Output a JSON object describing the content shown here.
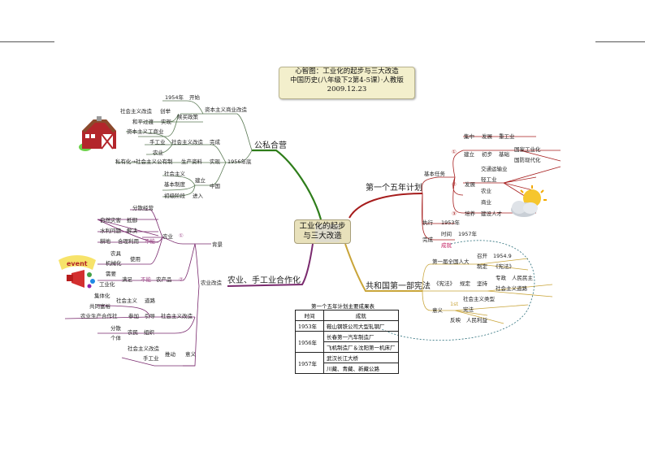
{
  "title": {
    "line1": "心智图：工业化的起步与三大改造",
    "line2": "中国历史(八年级下2第4-5课）·人教版",
    "line3": "2009.12.23"
  },
  "center": {
    "line1": "工业化的起步",
    "line2": "与三大改造"
  },
  "branches": {
    "public_private": {
      "label": "公私合营",
      "color": "#2e7d1a",
      "commerce": "资本主义商业改造",
      "y1954": "1954年",
      "start": "开始",
      "redeem": "赎买政策",
      "socialist_reform": "社会主义改造",
      "create": "创举",
      "peaceful": "和平过渡",
      "realize": "实现",
      "industry_commerce": "资本主义工商业",
      "handicraft": "手工业",
      "socialist_reform2": "社会主义改造",
      "complete": "完成",
      "agriculture": "农业",
      "private_to_public": "私有化→社会主义公有制",
      "means_of_production": "生产资料",
      "realize2": "实现",
      "end1956": "1956年底",
      "socialism": "社会主义",
      "establish": "建立",
      "basic_system": "基本制度",
      "china": "中国",
      "primary_stage": "初级阶段",
      "enter": "进入"
    },
    "cooperation": {
      "label": "农业、手工业合作化",
      "color": "#7a2a6e",
      "agri_reform": "农业改造",
      "background": "背景",
      "scattered": "分散经营",
      "natural_disaster": "自然灾害",
      "resist": "抵御",
      "water": "水利问题",
      "solve": "解决",
      "farmland": "耕地",
      "rational_use": "合理利用",
      "cannot": "不能",
      "agriculture": "农业",
      "circle1": "①",
      "tools": "农具",
      "mechanize": "机械化",
      "use": "使用",
      "need": "需要",
      "industrialize": "工业化",
      "satisfy": "满足",
      "cannot2": "不能",
      "products": "农产品",
      "circle2": "②",
      "collectivize": "集体化",
      "common_wealth": "共同富裕",
      "socialism": "社会主义",
      "road": "道路",
      "coop": "农业生产合作社",
      "join": "参加",
      "guide": "引导",
      "socialist_reform": "社会主义改造",
      "dispersed": "分散",
      "individual": "个体",
      "farmers": "农民",
      "organize": "组织",
      "handicraft_reform": "社会主义改造",
      "handicraft": "手工业",
      "promote": "推动",
      "meaning": "意义"
    },
    "five_year": {
      "label": "第一个五年计划",
      "color": "#a61c1c",
      "basic_task": "基本任务",
      "c1": "①",
      "focus": "集中",
      "develop": "发展",
      "heavy": "重工业",
      "build": "建立",
      "initial": "初步",
      "foundation": "基础",
      "national_industrialization": "国家工业化",
      "national_defense": "国防现代化",
      "c2": "②",
      "develop2": "发展",
      "transport": "交通运输业",
      "light": "轻工业",
      "agri": "农业",
      "commerce": "商业",
      "c3": "③",
      "train": "培养",
      "talent": "建设人才",
      "execute": "执行",
      "y1953": "1953年",
      "complete": "完成",
      "time": "时间",
      "y1957": "1957年",
      "achievements": "成就"
    },
    "constitution": {
      "label": "共和国第一部宪法",
      "color": "#c9a53a",
      "npc": "第一届全国人大",
      "convene": "召开",
      "date": "1954.9",
      "formulate": "制定",
      "constitution": "《宪法》",
      "constitution2": "《宪法》",
      "stipulate": "规定",
      "guarantee": "坚持",
      "dictatorship": "专政",
      "democracy": "人民民主",
      "socialist_road": "社会主义道路",
      "meaning": "意义",
      "first": "1st",
      "socialist_type": "社会主义类型",
      "constitution_law": "宪法",
      "reflect": "反映",
      "will": "人民利益"
    }
  },
  "results_table": {
    "caption": "第一个五年计划主要成果表",
    "headers": [
      "时间",
      "成就"
    ],
    "rows": [
      {
        "year": "1953年",
        "items": [
          "鞍山钢铁公司大型轧钢厂"
        ]
      },
      {
        "year": "1956年",
        "items": [
          "长春第一汽车制造厂",
          "飞机制造厂＆沈阳第一机床厂"
        ]
      },
      {
        "year": "1957年",
        "items": [
          "武汉长江大桥",
          "川藏、青藏、新藏公路"
        ]
      }
    ]
  },
  "icons": [
    "barn-icon",
    "event-megaphone-icon",
    "sun-cloud-icon"
  ]
}
